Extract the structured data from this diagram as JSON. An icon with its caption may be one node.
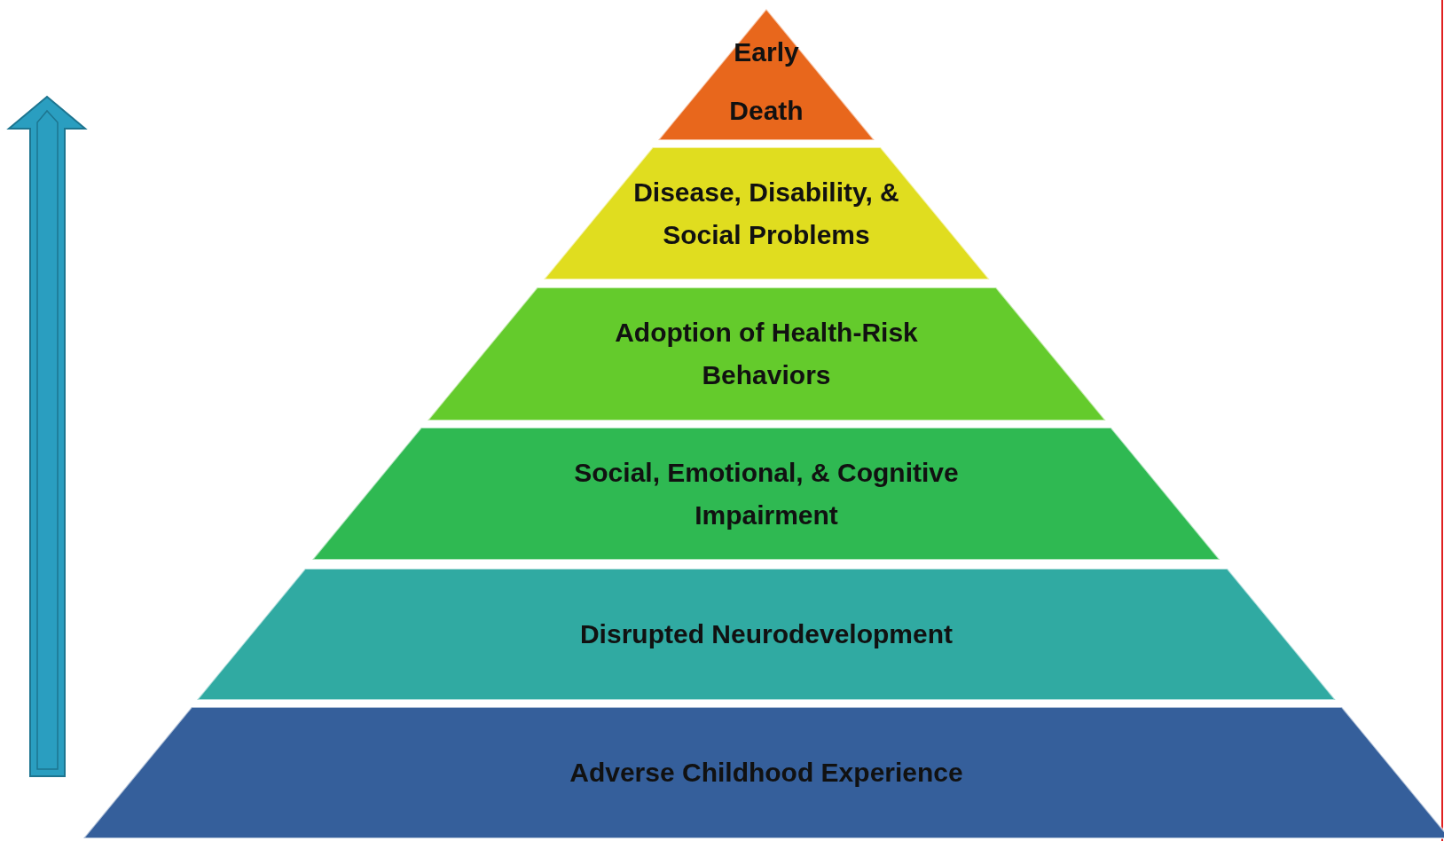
{
  "diagram": {
    "nodes": [
      {
        "text": [
          "Early Death"
        ]
      },
      {
        "text": [
          "Disease, Disability, & Social Problems"
        ]
      },
      {
        "text": [
          "Adoption of Health-Risk Behaviors"
        ]
      },
      {
        "text": [
          "Social, Emotional, & Cognitive Impairment"
        ]
      },
      {
        "text": [
          "Disrupted Neurodevelopment"
        ]
      },
      {
        "text": [
          "Adverse Childhood Experience"
        ]
      }
    ]
  }
}
